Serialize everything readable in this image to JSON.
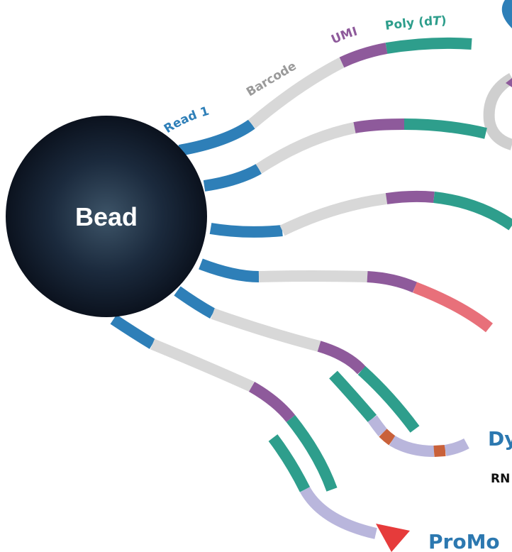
{
  "bead": {
    "label": "Bead"
  },
  "segment_labels": {
    "read1": "Read 1",
    "barcode": "Barcode",
    "umi": "UMI",
    "polydt_prefix": "Poly (d",
    "polydt_italic": "T",
    "polydt_suffix": ")"
  },
  "captions": {
    "dynamic_fragment": "Dy",
    "rna_fragment": "RN",
    "promo_fragment": "ProMo"
  },
  "colors": {
    "read1": "#2e7fb8",
    "barcode": "#d8d8d8",
    "umi": "#8e5a9b",
    "polydt": "#2e9e8c",
    "target_red": "#e8707a",
    "lavender": "#b9b6dc",
    "orange_tag": "#c9613a",
    "arrow_red": "#e63b3b",
    "bead_dark": "#121c2d",
    "caption_blue": "#2c78b0",
    "label_grey": "#9a9a9a"
  }
}
